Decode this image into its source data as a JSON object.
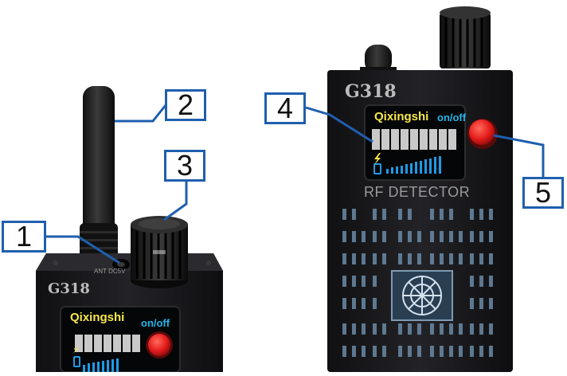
{
  "colors": {
    "callout_border": "#1f5fae",
    "device_body": "#1c1c1e",
    "screen_bg": "#050607",
    "brand_yellow": "#f6e84a",
    "onoff_cyan": "#27b4ea",
    "led_grey": "#c9c9c9",
    "bar_blue": "#1f9ae6",
    "button_red": "#e51c1c",
    "grille_blue": "#6a8aa6"
  },
  "callouts": [
    {
      "number": "1",
      "target": "antenna-port"
    },
    {
      "number": "2",
      "target": "antenna"
    },
    {
      "number": "3",
      "target": "sensitivity-knob"
    },
    {
      "number": "4",
      "target": "signal-display"
    },
    {
      "number": "5",
      "target": "power-button"
    }
  ],
  "device": {
    "model": "G318",
    "brand": "Qixingshi",
    "power_label": "on/off",
    "label": "RF DETECTOR",
    "port_label": "ANT  DC5V"
  },
  "icons": {
    "charge": "lightning-icon",
    "battery": "battery-icon",
    "button": "red-button-icon"
  }
}
